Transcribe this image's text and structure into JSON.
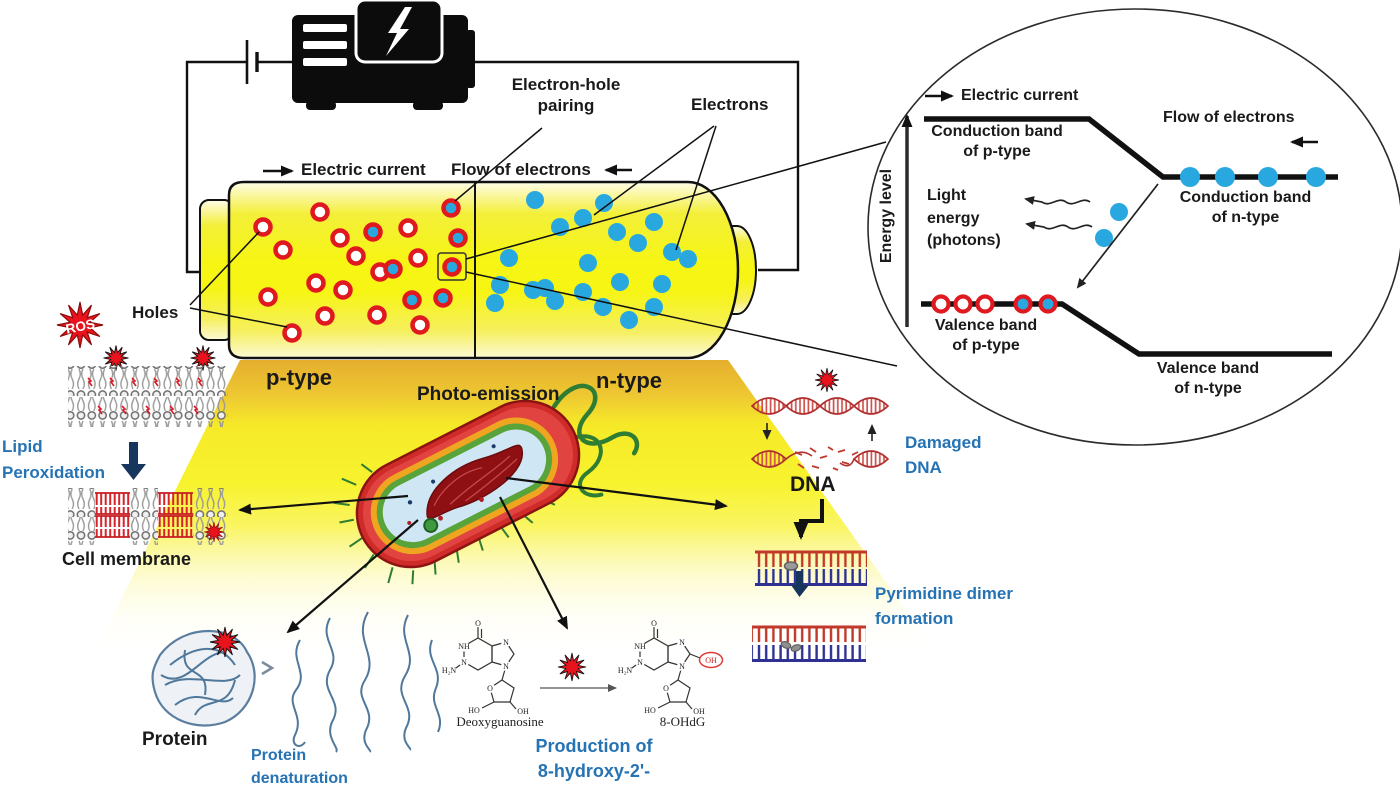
{
  "device": {
    "electric_current": "Electric current",
    "flow_of_electrons": "Flow of electrons",
    "electron_hole_pairing": "Electron-hole\npairing",
    "electrons": "Electrons",
    "holes": "Holes",
    "p_type": "p-type",
    "n_type": "n-type",
    "photo_emission": "Photo-emission"
  },
  "band_diagram": {
    "electric_current": "Electric current",
    "flow_of_electrons": "Flow of electrons",
    "energy_level": "Energy level",
    "conduction_band_p": "Conduction band\nof p-type",
    "conduction_band_n": "Conduction band\nof n-type",
    "light_energy": "Light\nenergy\n(photons)",
    "valence_band_p": "Valence band\nof p-type",
    "valence_band_n": "Valence band\nof n-type"
  },
  "effects": {
    "ros": "ROS",
    "lipid_peroxidation": "Lipid\nPeroxidation",
    "cell_membrane": "Cell membrane",
    "protein": "Protein",
    "protein_denaturation": "Protein\ndenaturation",
    "production_8ohdg": "Production of\n8-hydroxy-2'-",
    "dna": "DNA",
    "damaged_dna": "Damaged\nDNA",
    "pyrimidine_dimer": "Pyrimidine dimer\nformation"
  },
  "chemistry": {
    "deoxyguanosine": "Deoxyguanosine",
    "ohdg": "8-OHdG",
    "atoms": {
      "o": "O",
      "nh": "NH",
      "h2n": "H₂N",
      "n": "N",
      "ho": "HO",
      "oh": "OH"
    }
  },
  "colors": {
    "semiconductor_yellow": "#f6f213",
    "beam_gold": "#e8b231",
    "electron_blue": "#29a8e0",
    "hole_red": "#e0181f",
    "ros_red": "#e8131c",
    "label_blue": "#2673b4",
    "dna_red": "#c0392b",
    "dna_navy": "#2e3192",
    "bacterium_red": "#cf2b28"
  }
}
